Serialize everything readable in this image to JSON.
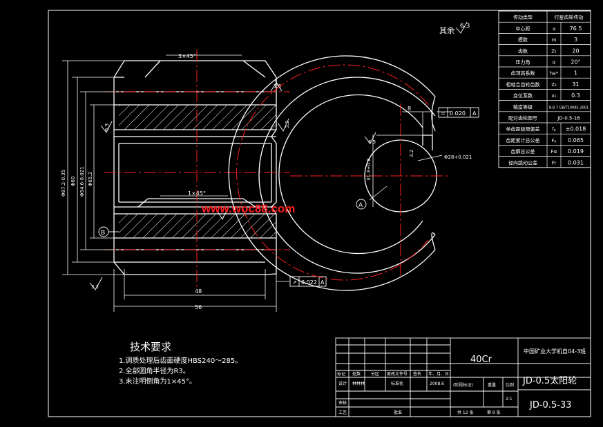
{
  "drawing": {
    "roughness_note": "其余",
    "roughness_note_value": "6.3",
    "watermark": "www.woc88.com",
    "colors": {
      "background": "#000000",
      "lines": "#ffffff",
      "centerlines": "#ff2020",
      "watermark": "#ff2020"
    }
  },
  "front_view": {
    "chamfer_top": "3×45°",
    "chamfer_inner": "1×45°",
    "dim_length_48": "48",
    "dim_length_56": "56",
    "dim_tip_dia": "Φ87.2-0.35",
    "dim_root_dia": "Φ60",
    "dim_shoulder": "Φ54.6-0.021",
    "dim_bore_ref": "Φ65.2",
    "rough_1": "1.6",
    "rough_2": "6.3",
    "rough_3": "3.2",
    "rough_4": "3.2",
    "datum_b": "B",
    "tolerance_frame": {
      "symbol": "↗",
      "value": "0.022",
      "datum": "A"
    }
  },
  "side_view": {
    "keyway_width": "8",
    "keyway_rough": "3.2",
    "keyway_depth": "31.3+0.2",
    "bore_dia": "Φ28+0.021",
    "rough_bore": "6.3",
    "datum_a": "A",
    "tolerance_frame": {
      "symbol": "=",
      "value": "0.020",
      "datum": "A"
    }
  },
  "param_table": {
    "rows": [
      {
        "label": "传动类型",
        "symbol": "",
        "value": "行星齿轮传动"
      },
      {
        "label": "中心距",
        "symbol": "a",
        "value": "76.5"
      },
      {
        "label": "模数",
        "symbol": "m",
        "value": "3"
      },
      {
        "label": "齿数",
        "symbol": "Z₁",
        "value": "20"
      },
      {
        "label": "压力角",
        "symbol": "α",
        "value": "20°"
      },
      {
        "label": "齿顶高系数",
        "symbol": "ha*",
        "value": "1"
      },
      {
        "label": "相啮合齿轮齿数",
        "symbol": "Z₂",
        "value": "31"
      },
      {
        "label": "变位系数",
        "symbol": "x₁",
        "value": "0.3"
      },
      {
        "label": "精度等级",
        "symbol": "",
        "value": "8-8-7 GB/T10095-2001"
      },
      {
        "label": "配对齿轮图号",
        "symbol": "",
        "value": "JD-0.5-16"
      },
      {
        "label": "单齿距极限偏差",
        "symbol": "fₚ",
        "value": "±0.018"
      },
      {
        "label": "齿距累计总公差",
        "symbol": "Fₚ",
        "value": "0.065"
      },
      {
        "label": "齿廓总公差",
        "symbol": "Fα",
        "value": "0.019"
      },
      {
        "label": "径向跳动公差",
        "symbol": "Fr",
        "value": "0.031"
      }
    ]
  },
  "tech_requirements": {
    "heading": "技术要求",
    "items": [
      "1.调质处理后齿面硬度HBS240～285。",
      "2.全部圆角半径为R3。",
      "3.未注明倒角为1×45°。"
    ]
  },
  "title_block": {
    "material": "40Cr",
    "school": "中国矿业大学机自04-3班",
    "part_name": "JD-0.5太阳轮",
    "drawing_number": "JD-0.5-33",
    "row_labels": [
      "标记",
      "处数",
      "分区",
      "更改文件号",
      "签名",
      "年、月、日"
    ],
    "design": "设计",
    "designer": "林林林",
    "standardize": "标准化",
    "date": "2008.6",
    "stage_mark": "(阶段标记)",
    "weight": "重量",
    "scale_label": "比例",
    "scale": "2:1",
    "review": "审核",
    "process": "工艺",
    "approve": "批准",
    "sheets": "共 12 张",
    "sheet_no": "第 9 张"
  }
}
